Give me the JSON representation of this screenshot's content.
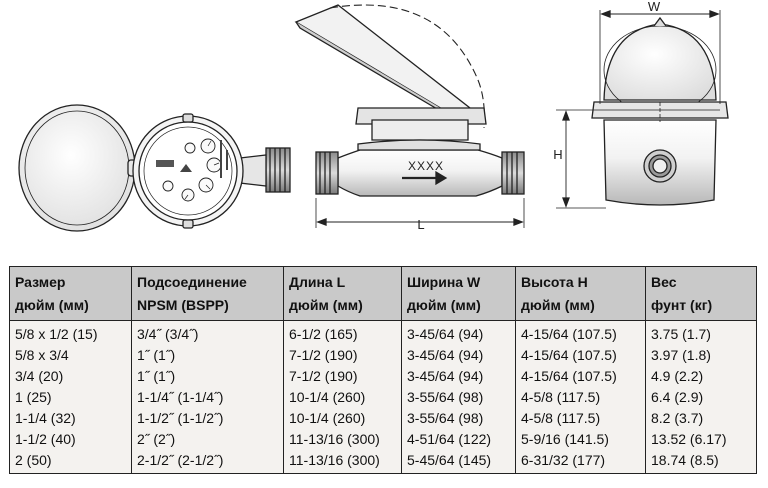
{
  "drawing": {
    "meter_marking": "XXXX",
    "dim_length": "L",
    "dim_width": "W",
    "dim_height": "H"
  },
  "table": {
    "headers": [
      {
        "line1": "Размер",
        "line2": "дюйм (мм)"
      },
      {
        "line1": "Подсоединение",
        "line2": "NPSM (BSPP)"
      },
      {
        "line1": "Длина L",
        "line2": "дюйм (мм)"
      },
      {
        "line1": "Ширина W",
        "line2": "дюйм (мм)"
      },
      {
        "line1": "Высота H",
        "line2": "дюйм (мм)"
      },
      {
        "line1": "Вес",
        "line2": "фунт (кг)"
      }
    ],
    "rows": [
      [
        "5/8 x 1/2 (15)",
        "3/4˝ (3/4˝)",
        "6-1/2 (165)",
        "3-45/64 (94)",
        "4-15/64 (107.5)",
        "3.75 (1.7)"
      ],
      [
        "5/8 x 3/4",
        "1˝ (1˝)",
        "7-1/2 (190)",
        "3-45/64 (94)",
        "4-15/64 (107.5)",
        "3.97 (1.8)"
      ],
      [
        "3/4 (20)",
        "1˝ (1˝)",
        "7-1/2 (190)",
        "3-45/64 (94)",
        "4-15/64 (107.5)",
        "4.9 (2.2)"
      ],
      [
        "1 (25)",
        "1-1/4˝ (1-1/4˝)",
        "10-1/4 (260)",
        "3-55/64 (98)",
        "4-5/8 (117.5)",
        "6.4 (2.9)"
      ],
      [
        "1-1/4 (32)",
        "1-1/2˝ (1-1/2˝)",
        "10-1/4 (260)",
        "3-55/64 (98)",
        "4-5/8 (117.5)",
        "8.2 (3.7)"
      ],
      [
        "1-1/2 (40)",
        "2˝ (2˝)",
        "11-13/16 (300)",
        "4-51/64 (122)",
        "5-9/16 (141.5)",
        "13.52 (6.17)"
      ],
      [
        "2 (50)",
        "2-1/2˝ (2-1/2˝)",
        "11-13/16 (300)",
        "5-45/64 (145)",
        "6-31/32 (177)",
        "18.74 (8.5)"
      ]
    ]
  }
}
